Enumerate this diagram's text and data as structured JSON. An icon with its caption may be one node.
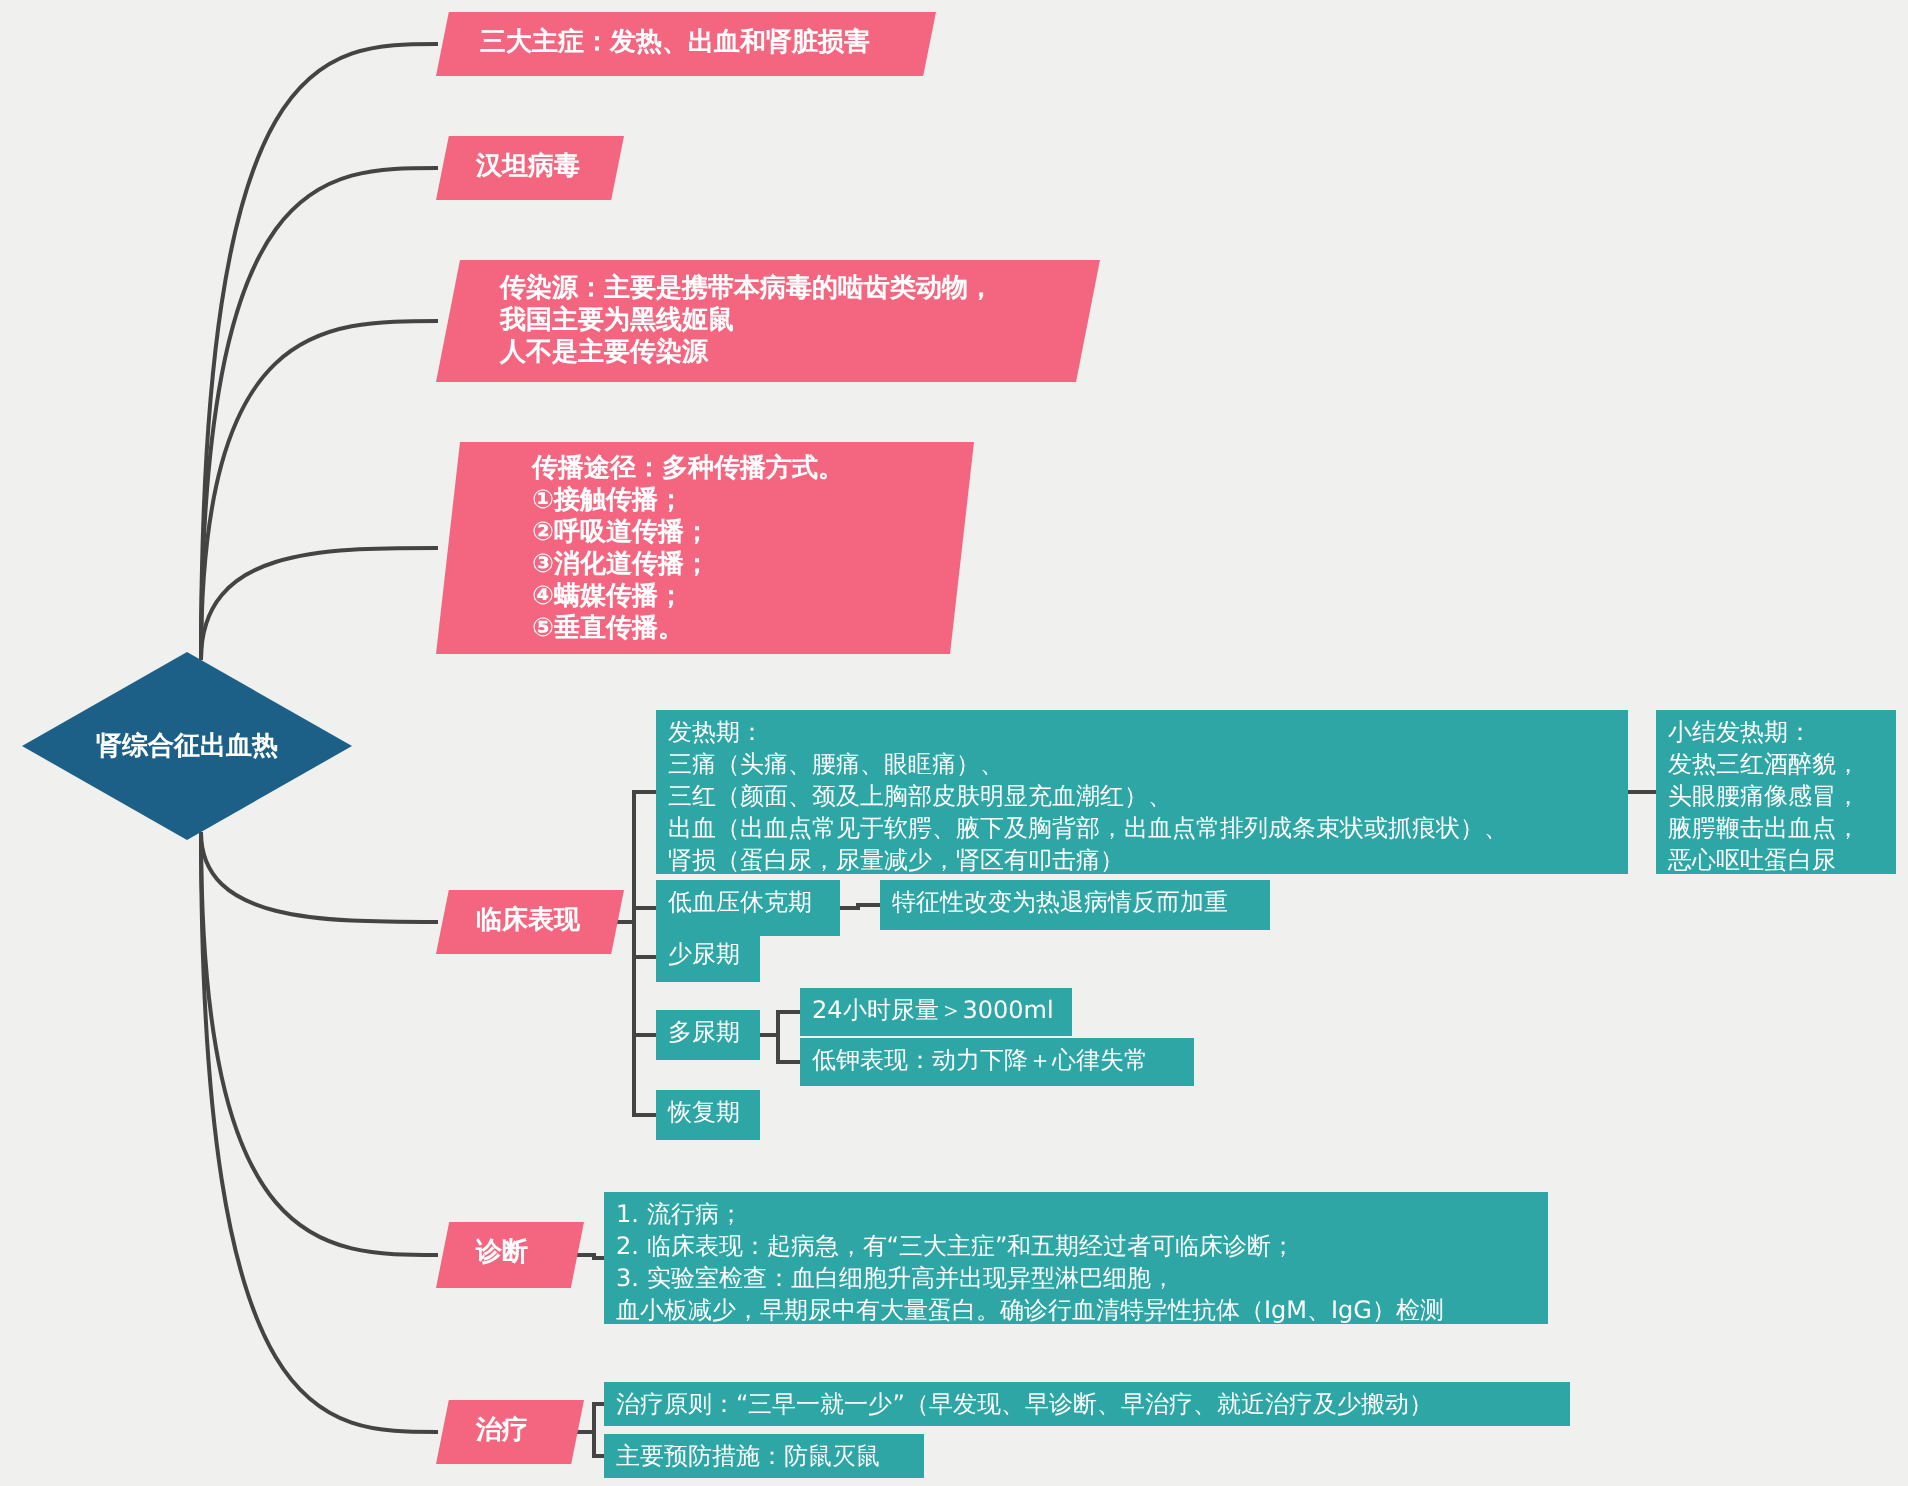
{
  "diagram": {
    "nodes": [
      {
        "text": [
          "肾综合征出血热"
        ]
      },
      {
        "text": [
          "三大主症：发热、出血和肾脏损害"
        ]
      },
      {
        "text": [
          "汉坦病毒"
        ]
      },
      {
        "text": [
          "传染源：主要是携带本病毒的啮齿类动物，",
          "我国主要为黑线姬鼠",
          "人不是主要传染源"
        ]
      },
      {
        "text": [
          "传播途径：多种传播方式。",
          "①接触传播；",
          "②呼吸道传播；",
          "③消化道传播；",
          "④螨媒传播；",
          "⑤垂直传播。"
        ]
      },
      {
        "text": [
          "临床表现"
        ]
      },
      {
        "text": [
          "发热期：",
          "三痛（头痛、腰痛、眼眶痛）、",
          "三红（颜面、颈及上胸部皮肤明显充血潮红）、",
          "出血（出血点常见于软腭、腋下及胸背部，出血点常排列成条束状或抓痕状）、",
          "肾损（蛋白尿，尿量减少，肾区有叩击痛）"
        ]
      },
      {
        "text": [
          "小结发热期：",
          "发热三红酒醉貌，",
          "头眼腰痛像感冒，",
          "腋腭鞭击出血点，",
          "恶心呕吐蛋白尿"
        ]
      },
      {
        "text": [
          "低血压休克期"
        ]
      },
      {
        "text": [
          "特征性改变为热退病情反而加重"
        ]
      },
      {
        "text": [
          "少尿期"
        ]
      },
      {
        "text": [
          "多尿期"
        ]
      },
      {
        "text": [
          "24小时尿量＞3000ml"
        ]
      },
      {
        "text": [
          "低钾表现：动力下降＋心律失常"
        ]
      },
      {
        "text": [
          "恢复期"
        ]
      },
      {
        "text": [
          "诊断"
        ]
      },
      {
        "text": [
          "1. 流行病；",
          "2. 临床表现：起病急，有“三大主症”和五期经过者可临床诊断；",
          "3. 实验室检查：血白细胞升高并出现异型淋巴细胞，",
          "血小板减少，早期尿中有大量蛋白。确诊行血清特异性抗体（IgM、IgG）检测"
        ]
      },
      {
        "text": [
          "治疗"
        ]
      },
      {
        "text": [
          "治疗原则：“三早一就一少”（早发现、早诊断、早治疗、就近治疗及少搬动）"
        ]
      },
      {
        "text": [
          "主要预防措施：防鼠灭鼠"
        ]
      }
    ],
    "edges": [
      {
        "from": 0,
        "to": 1,
        "arrow": "none"
      },
      {
        "from": 0,
        "to": 2,
        "arrow": "none"
      },
      {
        "from": 0,
        "to": 3,
        "arrow": "none"
      },
      {
        "from": 0,
        "to": 4,
        "arrow": "none"
      },
      {
        "from": 0,
        "to": 5,
        "arrow": "none"
      },
      {
        "from": 0,
        "to": 15,
        "arrow": "none"
      },
      {
        "from": 0,
        "to": 17,
        "arrow": "none"
      },
      {
        "from": 5,
        "to": 6,
        "arrow": "none"
      },
      {
        "from": 5,
        "to": 8,
        "arrow": "none"
      },
      {
        "from": 5,
        "to": 10,
        "arrow": "none"
      },
      {
        "from": 5,
        "to": 11,
        "arrow": "none"
      },
      {
        "from": 5,
        "to": 14,
        "arrow": "none"
      },
      {
        "from": 6,
        "to": 7,
        "arrow": "none"
      },
      {
        "from": 8,
        "to": 9,
        "arrow": "none"
      },
      {
        "from": 11,
        "to": 12,
        "arrow": "none"
      },
      {
        "from": 11,
        "to": 13,
        "arrow": "none"
      },
      {
        "from": 15,
        "to": 16,
        "arrow": "none"
      },
      {
        "from": 17,
        "to": 18,
        "arrow": "none"
      },
      {
        "from": 17,
        "to": 19,
        "arrow": "none"
      }
    ]
  }
}
